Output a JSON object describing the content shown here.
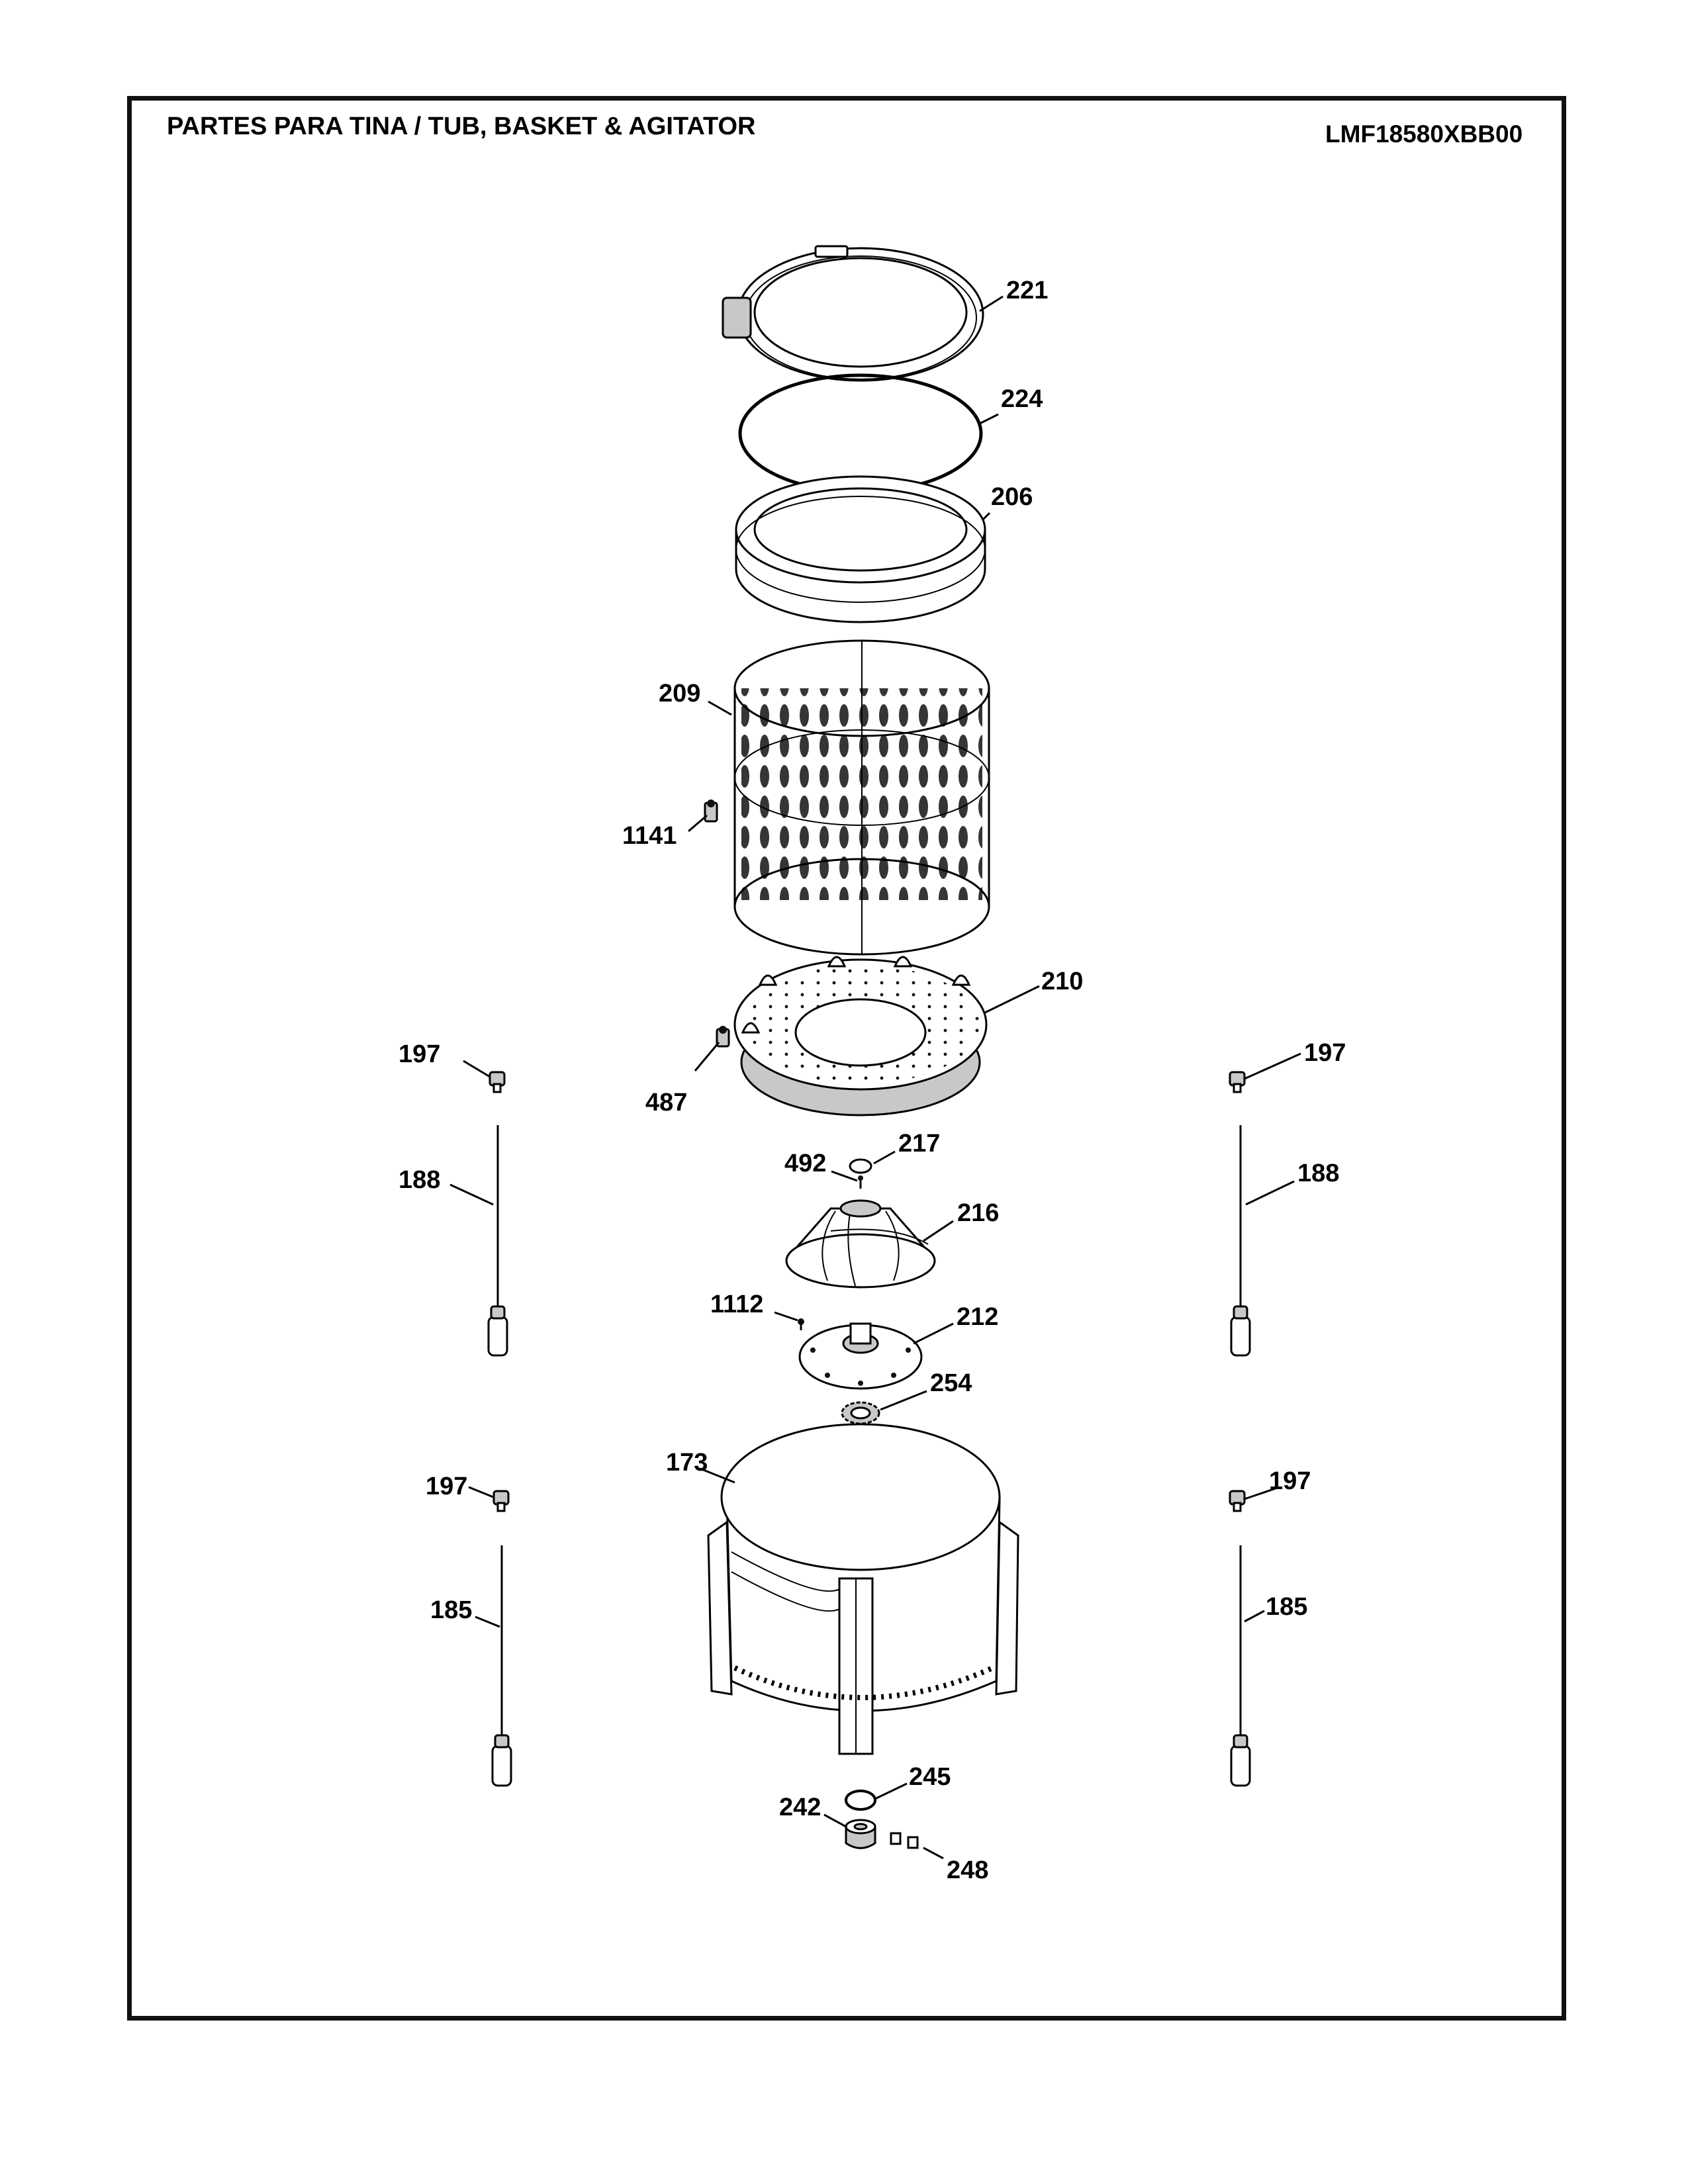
{
  "header": {
    "title": "PARTES PARA TINA  /  TUB, BASKET & AGITATOR",
    "model": "LMF18580XBB00"
  },
  "callouts": {
    "c221": "221",
    "c224": "224",
    "c206": "206",
    "c209": "209",
    "c1141": "1141",
    "c210": "210",
    "c487": "487",
    "c197_tl": "197",
    "c197_tr": "197",
    "c188_l": "188",
    "c188_r": "188",
    "c217": "217",
    "c492": "492",
    "c216": "216",
    "c1112": "1112",
    "c212": "212",
    "c254": "254",
    "c173": "173",
    "c197_bl": "197",
    "c197_br": "197",
    "c185_l": "185",
    "c185_r": "185",
    "c245": "245",
    "c242": "242",
    "c248": "248"
  },
  "colors": {
    "ink": "#000000",
    "border": "#111111",
    "background": "#ffffff"
  }
}
